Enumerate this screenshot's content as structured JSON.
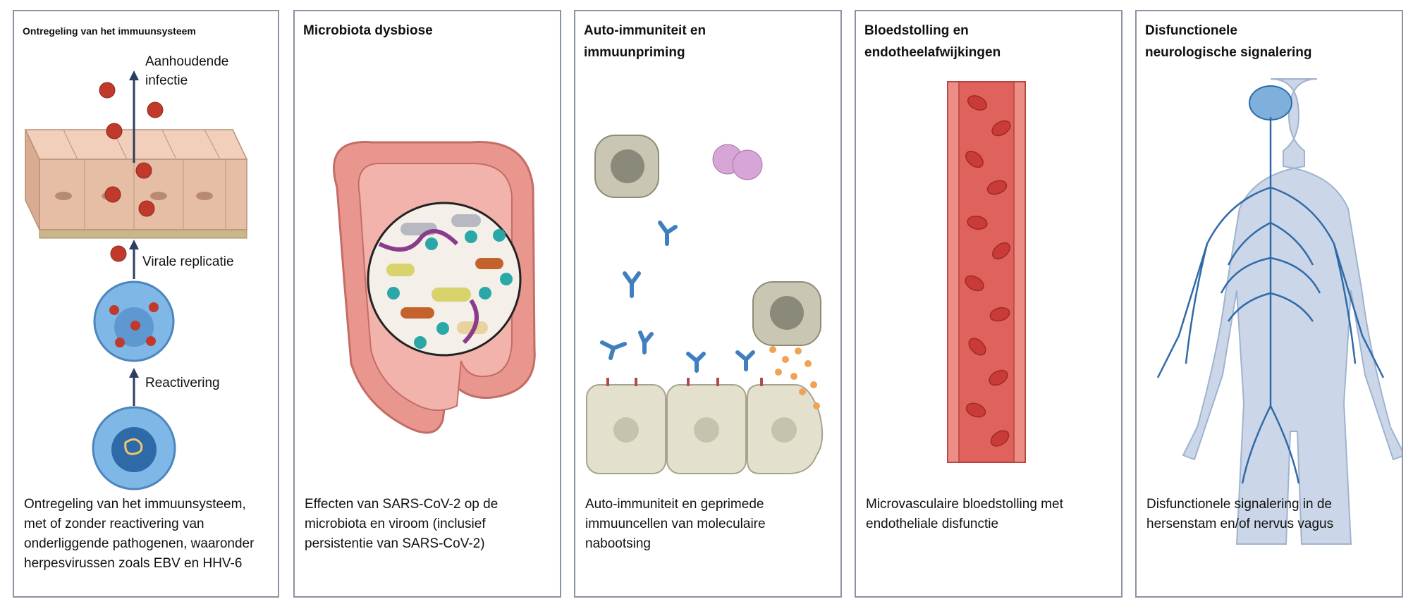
{
  "panels": [
    {
      "title": "Ontregeling van het immuunsysteem",
      "labels": {
        "persistent": "Aanhoudende infectie",
        "replication": "Virale replicatie",
        "reactivation": "Reactivering"
      },
      "description": "Ontregeling van het immuunsysteem, met of zonder reactivering van onderliggende pathogenen, waaronder herpesvirussen zoals EBV en HHV-6"
    },
    {
      "title": "Microbiota dysbiose",
      "description": "Effecten van SARS-CoV-2 op de microbiota en viroom (inclusief persistentie van SARS-CoV-2)"
    },
    {
      "title": "Auto-immuniteit en immuunpriming",
      "description": "Auto-immuniteit en geprimede immuuncellen van moleculaire nabootsing"
    },
    {
      "title": "Bloedstolling en endotheelafwijkingen",
      "description": "Microvasculaire bloedstolling met endotheliale disfunctie"
    },
    {
      "title": "Disfunctionele neurologische signalering",
      "description": "Disfunctionele signalering in de hersenstam en/of nervus vagus"
    }
  ],
  "colors": {
    "border": "#8a93a3",
    "virus": "#c0392b",
    "cell_blue": "#7fb7e6",
    "intestine": "#e8968e",
    "vessel": "#e0625d",
    "nerve": "#2f6aa8",
    "antibody": "#3f7fc0"
  }
}
